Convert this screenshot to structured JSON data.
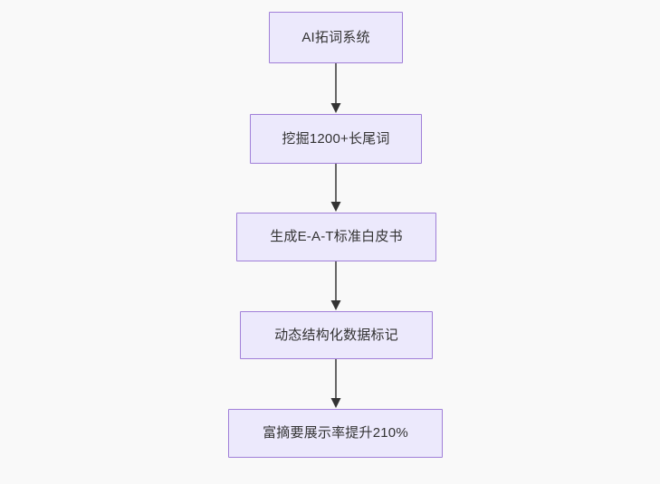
{
  "diagram": {
    "type": "flowchart",
    "direction": "top-to-bottom",
    "background_color": "#f9f9f9",
    "node_fill_color": "#ece9fc",
    "node_border_color": "#a07fd8",
    "node_text_color": "#333333",
    "edge_color": "#666666",
    "arrowhead_color": "#333333",
    "nodes": [
      {
        "id": "n0",
        "label": "AI拓词系统"
      },
      {
        "id": "n1",
        "label": "挖掘1200+长尾词"
      },
      {
        "id": "n2",
        "label": "生成E-A-T标准白皮书"
      },
      {
        "id": "n3",
        "label": "动态结构化数据标记"
      },
      {
        "id": "n4",
        "label": "富摘要展示率提升210%"
      }
    ],
    "edges": [
      {
        "id": "e0",
        "from": "n0",
        "to": "n1",
        "label": "",
        "arrow": "arrow-down-icon"
      },
      {
        "id": "e1",
        "from": "n1",
        "to": "n2",
        "label": "",
        "arrow": "arrow-down-icon"
      },
      {
        "id": "e2",
        "from": "n2",
        "to": "n3",
        "label": "",
        "arrow": "arrow-down-icon"
      },
      {
        "id": "e3",
        "from": "n3",
        "to": "n4",
        "label": "",
        "arrow": "arrow-down-icon"
      }
    ]
  }
}
